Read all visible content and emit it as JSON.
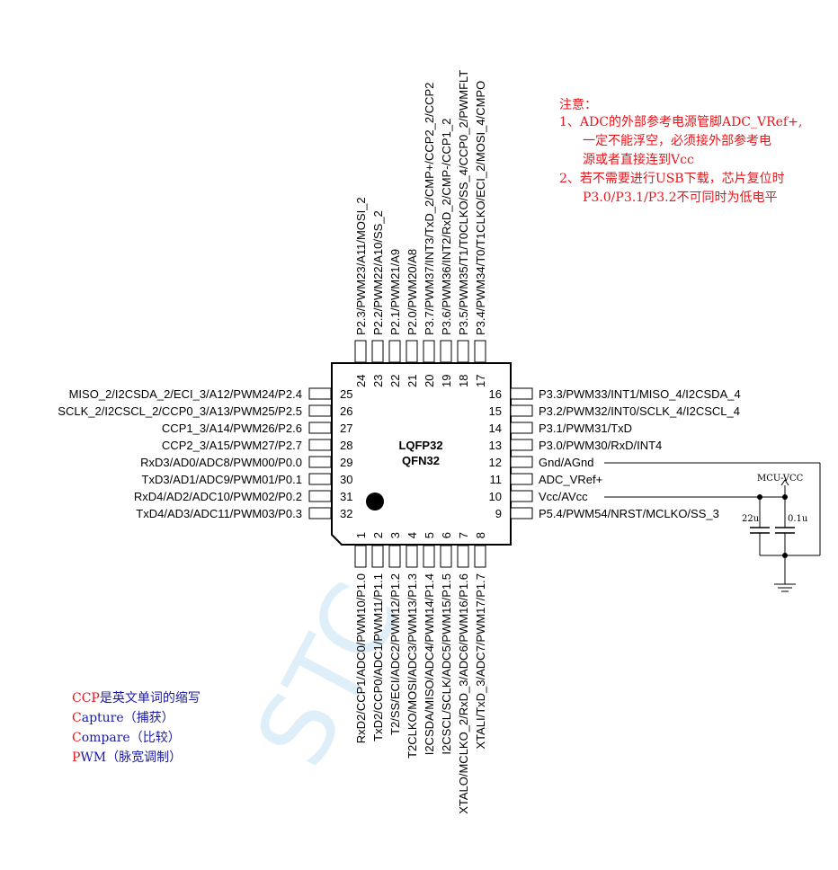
{
  "chip": {
    "package_lines": [
      "LQFP32",
      "QFN32"
    ],
    "pins": {
      "left": [
        {
          "num": "25",
          "label": "MISO_2/I2CSDA_2/ECI_3/A12/PWM24/P2.4"
        },
        {
          "num": "26",
          "label": "SCLK_2/I2CSCL_2/CCP0_3/A13/PWM25/P2.5"
        },
        {
          "num": "27",
          "label": "CCP1_3/A14/PWM26/P2.6"
        },
        {
          "num": "28",
          "label": "CCP2_3/A15/PWM27/P2.7"
        },
        {
          "num": "29",
          "label": "RxD3/AD0/ADC8/PWM00/P0.0"
        },
        {
          "num": "30",
          "label": "TxD3/AD1/ADC9/PWM01/P0.1"
        },
        {
          "num": "31",
          "label": "RxD4/AD2/ADC10/PWM02/P0.2"
        },
        {
          "num": "32",
          "label": "TxD4/AD3/ADC11/PWM03/P0.3"
        }
      ],
      "right": [
        {
          "num": "16",
          "label": "P3.3/PWM33/INT1/MISO_4/I2CSDA_4"
        },
        {
          "num": "15",
          "label": "P3.2/PWM32/INT0/SCLK_4/I2CSCL_4"
        },
        {
          "num": "14",
          "label": "P3.1/PWM31/TxD"
        },
        {
          "num": "13",
          "label": "P3.0/PWM30/RxD/INT4"
        },
        {
          "num": "12",
          "label": "Gnd/AGnd"
        },
        {
          "num": "11",
          "label": "ADC_VRef+"
        },
        {
          "num": "10",
          "label": "Vcc/AVcc"
        },
        {
          "num": "9",
          "label": "P5.4/PWM54/NRST/MCLKO/SS_3"
        }
      ],
      "top": [
        {
          "num": "24",
          "label": "P2.3/PWM23/A11/MOSI_2"
        },
        {
          "num": "23",
          "label": "P2.2/PWM22/A10/SS_2"
        },
        {
          "num": "22",
          "label": "P2.1/PWM21/A9"
        },
        {
          "num": "21",
          "label": "P2.0/PWM20/A8"
        },
        {
          "num": "20",
          "label": "P3.7/PWM37/INT3/TxD_2/CMP+/CCP2_2/CCP2"
        },
        {
          "num": "19",
          "label": "P3.6/PWM36/INT2/RxD_2/CMP-/CCP1_2"
        },
        {
          "num": "18",
          "label": "P3.5/PWM35/T1/T0CLKO/SS_4/CCP0_2/PWMFLT"
        },
        {
          "num": "17",
          "label": "P3.4/PWM34/T0/T1CLKO/ECI_2/MOSI_4/CMPO"
        }
      ],
      "bottom": [
        {
          "num": "1",
          "label": "RxD2/CCP1/ADC0/PWM10/P1.0"
        },
        {
          "num": "2",
          "label": "TxD2/CCP0/ADC1/PWM11/P1.1"
        },
        {
          "num": "3",
          "label": "T2/SS/ECI/ADC2/PWM12/P1.2"
        },
        {
          "num": "4",
          "label": "T2CLKO/MOSI/ADC3/PWM13/P1.3"
        },
        {
          "num": "5",
          "label": "I2CSDA/MISO/ADC4/PWM14/P1.4"
        },
        {
          "num": "6",
          "label": "I2CSCL/SCLK/ADC5/PWM15/P1.5"
        },
        {
          "num": "7",
          "label": "XTALO/MCLKO_2/RxD_3/ADC6/PWM16/P1.6"
        },
        {
          "num": "8",
          "label": "XTALI/TxD_3/ADC7/PWM17/P1.7"
        }
      ]
    }
  },
  "power_circuit": {
    "net_label": "MCU-VCC",
    "cap1_label": "22u",
    "cap2_label": "0.1u"
  },
  "note": {
    "title": "注意：",
    "lines": [
      "1、ADC的外部参考电源管脚ADC_VRef+,",
      "一定不能浮空，必须接外部参考电",
      "源或者直接连到Vcc",
      "2、若不需要进行USB下载，芯片复位时",
      "P3.0/P3.1/P3.2不可同时为低电平"
    ]
  },
  "legend": {
    "line1": {
      "hi": "CCP",
      "rest": "是英文单词的缩写"
    },
    "line2": {
      "hi": "C",
      "rest": "apture（捕获）"
    },
    "line3": {
      "hi": "C",
      "rest": "ompare（比较）"
    },
    "line4": {
      "hi": "P",
      "rest": "WM（脉宽调制）"
    }
  },
  "watermark": "STC",
  "colors": {
    "note_red": "#e8161b",
    "legend_blue": "#1a1aa8",
    "watermark": "#b9dcf2"
  }
}
